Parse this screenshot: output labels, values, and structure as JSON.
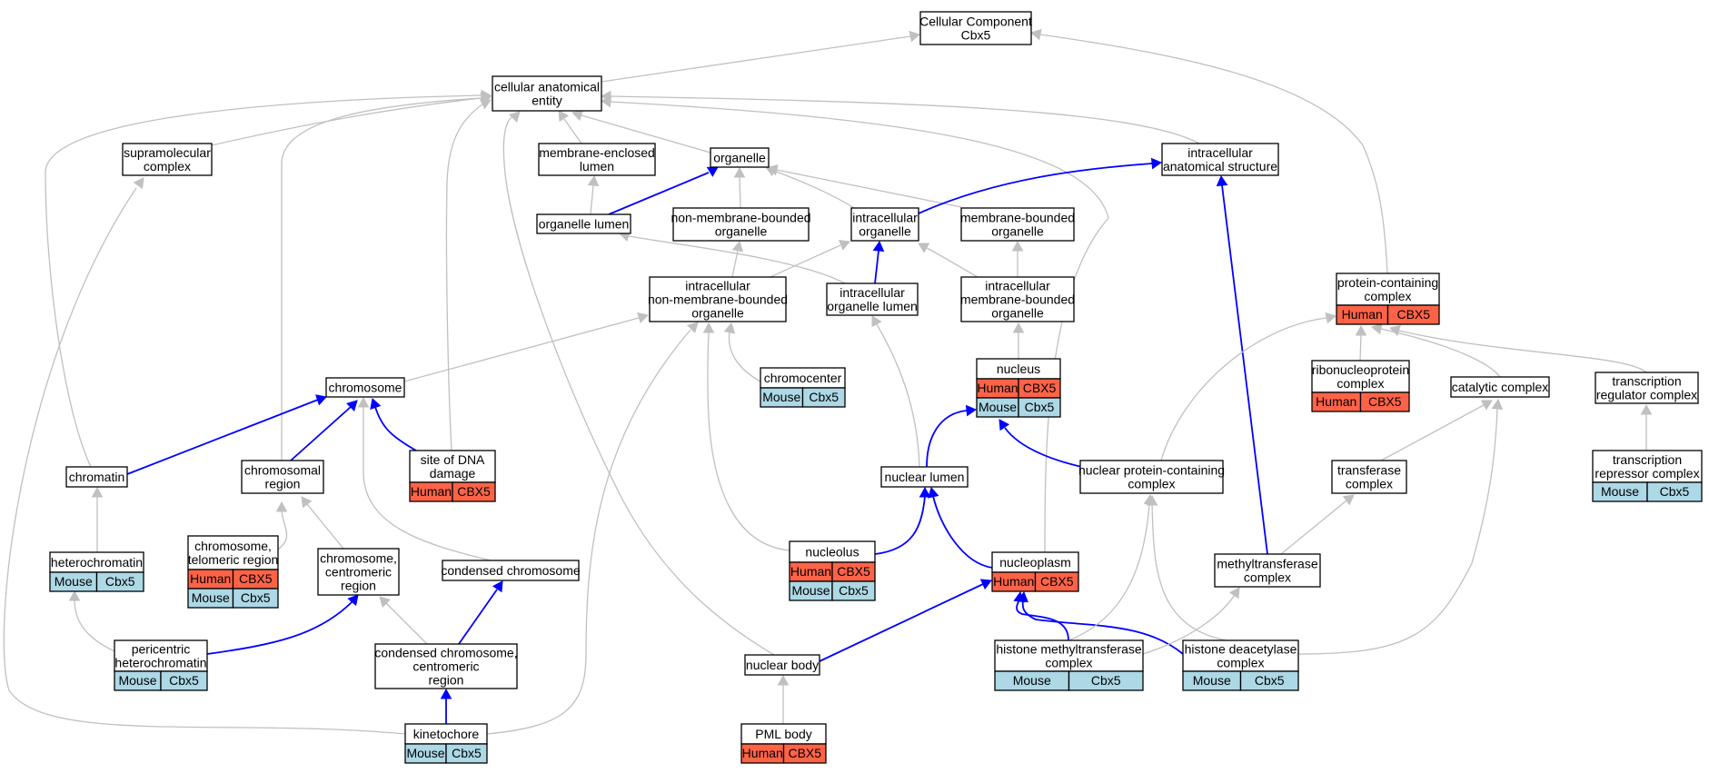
{
  "colors": {
    "human_badge": "#ff6347",
    "mouse_badge": "#add8e6",
    "edge_is_a": "#c0c0c0",
    "edge_part_of": "#0000ff",
    "node_border": "#000000"
  },
  "nodes": {
    "cellular_component": {
      "lines": [
        "Cellular Component",
        "Cbx5"
      ]
    },
    "cellular_anatomical_entity": {
      "lines": [
        "cellular anatomical",
        "entity"
      ]
    },
    "supramolecular_complex": {
      "lines": [
        "supramolecular",
        "complex"
      ]
    },
    "membrane_enclosed_lumen": {
      "lines": [
        "membrane-enclosed",
        "lumen"
      ]
    },
    "organelle": {
      "lines": [
        "organelle"
      ]
    },
    "intracellular_anatomical_structure": {
      "lines": [
        "intracellular",
        "anatomical structure"
      ]
    },
    "organelle_lumen": {
      "lines": [
        "organelle lumen"
      ]
    },
    "non_membrane_bounded_organelle": {
      "lines": [
        "non-membrane-bounded",
        "organelle"
      ]
    },
    "intracellular_organelle": {
      "lines": [
        "intracellular",
        "organelle"
      ]
    },
    "membrane_bounded_organelle": {
      "lines": [
        "membrane-bounded",
        "organelle"
      ]
    },
    "intracellular_non_membrane_bounded_organelle": {
      "lines": [
        "intracellular",
        "non-membrane-bounded",
        "organelle"
      ]
    },
    "intracellular_organelle_lumen": {
      "lines": [
        "intracellular",
        "organelle lumen"
      ]
    },
    "intracellular_membrane_bounded_organelle": {
      "lines": [
        "intracellular",
        "membrane-bounded",
        "organelle"
      ]
    },
    "protein_containing_complex": {
      "lines": [
        "protein-containing",
        "complex"
      ],
      "badges": [
        [
          "Human",
          "CBX5"
        ]
      ]
    },
    "chromosome": {
      "lines": [
        "chromosome"
      ]
    },
    "chromocenter": {
      "lines": [
        "chromocenter"
      ],
      "badges": [
        [
          "Mouse",
          "Cbx5"
        ]
      ]
    },
    "nucleus": {
      "lines": [
        "nucleus"
      ],
      "badges": [
        [
          "Human",
          "CBX5"
        ],
        [
          "Mouse",
          "Cbx5"
        ]
      ]
    },
    "ribonucleoprotein_complex": {
      "lines": [
        "ribonucleoprotein",
        "complex"
      ],
      "badges": [
        [
          "Human",
          "CBX5"
        ]
      ]
    },
    "catalytic_complex": {
      "lines": [
        "catalytic complex"
      ]
    },
    "transcription_regulator_complex": {
      "lines": [
        "transcription",
        "regulator complex"
      ]
    },
    "chromatin": {
      "lines": [
        "chromatin"
      ]
    },
    "chromosomal_region": {
      "lines": [
        "chromosomal",
        "region"
      ]
    },
    "site_of_dna_damage": {
      "lines": [
        "site of DNA",
        "damage"
      ],
      "badges": [
        [
          "Human",
          "CBX5"
        ]
      ]
    },
    "nuclear_lumen": {
      "lines": [
        "nuclear lumen"
      ]
    },
    "nuclear_protein_containing_complex": {
      "lines": [
        "nuclear protein-containing",
        "complex"
      ]
    },
    "transferase_complex": {
      "lines": [
        "transferase",
        "complex"
      ]
    },
    "transcription_repressor_complex": {
      "lines": [
        "transcription",
        "repressor complex"
      ],
      "badges": [
        [
          "Mouse",
          "Cbx5"
        ]
      ]
    },
    "heterochromatin": {
      "lines": [
        "heterochromatin"
      ],
      "badges": [
        [
          "Mouse",
          "Cbx5"
        ]
      ]
    },
    "chromosome_telomeric_region": {
      "lines": [
        "chromosome,",
        "telomeric region"
      ],
      "badges": [
        [
          "Human",
          "CBX5"
        ],
        [
          "Mouse",
          "Cbx5"
        ]
      ]
    },
    "chromosome_centromeric_region": {
      "lines": [
        "chromosome,",
        "centromeric",
        "region"
      ]
    },
    "condensed_chromosome": {
      "lines": [
        "condensed chromosome"
      ]
    },
    "nucleolus": {
      "lines": [
        "nucleolus"
      ],
      "badges": [
        [
          "Human",
          "CBX5"
        ],
        [
          "Mouse",
          "Cbx5"
        ]
      ]
    },
    "nucleoplasm": {
      "lines": [
        "nucleoplasm"
      ],
      "badges": [
        [
          "Human",
          "CBX5"
        ]
      ]
    },
    "methyltransferase_complex": {
      "lines": [
        "methyltransferase",
        "complex"
      ]
    },
    "pericentric_heterochromatin": {
      "lines": [
        "pericentric",
        "heterochromatin"
      ],
      "badges": [
        [
          "Mouse",
          "Cbx5"
        ]
      ]
    },
    "condensed_chromosome_centromeric_region": {
      "lines": [
        "condensed chromosome,",
        "centromeric",
        "region"
      ]
    },
    "nuclear_body": {
      "lines": [
        "nuclear body"
      ]
    },
    "histone_methyltransferase_complex": {
      "lines": [
        "histone methyltransferase",
        "complex"
      ],
      "badges": [
        [
          "Mouse",
          "Cbx5"
        ]
      ]
    },
    "histone_deacetylase_complex": {
      "lines": [
        "histone deacetylase",
        "complex"
      ],
      "badges": [
        [
          "Mouse",
          "Cbx5"
        ]
      ]
    },
    "kinetochore": {
      "lines": [
        "kinetochore"
      ],
      "badges": [
        [
          "Mouse",
          "Cbx5"
        ]
      ]
    },
    "pml_body": {
      "lines": [
        "PML body"
      ],
      "badges": [
        [
          "Human",
          "CBX5"
        ]
      ]
    }
  },
  "edges": [
    {
      "from": "cellular_anatomical_entity",
      "to": "cellular_component",
      "kind": "is_a"
    },
    {
      "from": "protein_containing_complex",
      "to": "cellular_component",
      "kind": "is_a"
    },
    {
      "from": "supramolecular_complex",
      "to": "cellular_anatomical_entity",
      "kind": "is_a"
    },
    {
      "from": "membrane_enclosed_lumen",
      "to": "cellular_anatomical_entity",
      "kind": "is_a"
    },
    {
      "from": "organelle",
      "to": "cellular_anatomical_entity",
      "kind": "is_a"
    },
    {
      "from": "intracellular_anatomical_structure",
      "to": "cellular_anatomical_entity",
      "kind": "is_a"
    },
    {
      "from": "chromatin",
      "to": "cellular_anatomical_entity",
      "kind": "is_a"
    },
    {
      "from": "chromosomal_region",
      "to": "cellular_anatomical_entity",
      "kind": "is_a"
    },
    {
      "from": "site_of_dna_damage",
      "to": "cellular_anatomical_entity",
      "kind": "is_a"
    },
    {
      "from": "nuclear_body",
      "to": "cellular_anatomical_entity",
      "kind": "is_a"
    },
    {
      "from": "nucleoplasm",
      "to": "cellular_anatomical_entity",
      "kind": "is_a"
    },
    {
      "from": "kinetochore",
      "to": "supramolecular_complex",
      "kind": "is_a"
    },
    {
      "from": "organelle_lumen",
      "to": "membrane_enclosed_lumen",
      "kind": "is_a"
    },
    {
      "from": "organelle_lumen",
      "to": "organelle",
      "kind": "part_of"
    },
    {
      "from": "non_membrane_bounded_organelle",
      "to": "organelle",
      "kind": "is_a"
    },
    {
      "from": "intracellular_organelle",
      "to": "organelle",
      "kind": "is_a"
    },
    {
      "from": "membrane_bounded_organelle",
      "to": "organelle",
      "kind": "is_a"
    },
    {
      "from": "intracellular_organelle",
      "to": "intracellular_anatomical_structure",
      "kind": "part_of"
    },
    {
      "from": "methyltransferase_complex",
      "to": "intracellular_anatomical_structure",
      "kind": "part_of"
    },
    {
      "from": "intracellular_organelle_lumen",
      "to": "organelle_lumen",
      "kind": "is_a"
    },
    {
      "from": "intracellular_non_membrane_bounded_organelle",
      "to": "non_membrane_bounded_organelle",
      "kind": "is_a"
    },
    {
      "from": "intracellular_non_membrane_bounded_organelle",
      "to": "intracellular_organelle",
      "kind": "is_a"
    },
    {
      "from": "intracellular_organelle_lumen",
      "to": "intracellular_organelle",
      "kind": "part_of"
    },
    {
      "from": "intracellular_membrane_bounded_organelle",
      "to": "intracellular_organelle",
      "kind": "is_a"
    },
    {
      "from": "intracellular_membrane_bounded_organelle",
      "to": "membrane_bounded_organelle",
      "kind": "is_a"
    },
    {
      "from": "chromosome",
      "to": "intracellular_non_membrane_bounded_organelle",
      "kind": "is_a"
    },
    {
      "from": "chromocenter",
      "to": "intracellular_non_membrane_bounded_organelle",
      "kind": "is_a"
    },
    {
      "from": "nucleolus",
      "to": "intracellular_non_membrane_bounded_organelle",
      "kind": "is_a"
    },
    {
      "from": "kinetochore",
      "to": "intracellular_non_membrane_bounded_organelle",
      "kind": "is_a"
    },
    {
      "from": "nuclear_lumen",
      "to": "intracellular_organelle_lumen",
      "kind": "is_a"
    },
    {
      "from": "nucleus",
      "to": "intracellular_membrane_bounded_organelle",
      "kind": "is_a"
    },
    {
      "from": "nuclear_lumen",
      "to": "nucleus",
      "kind": "part_of"
    },
    {
      "from": "nuclear_protein_containing_complex",
      "to": "nucleus",
      "kind": "part_of"
    },
    {
      "from": "ribonucleoprotein_complex",
      "to": "protein_containing_complex",
      "kind": "is_a"
    },
    {
      "from": "catalytic_complex",
      "to": "protein_containing_complex",
      "kind": "is_a"
    },
    {
      "from": "transcription_regulator_complex",
      "to": "protein_containing_complex",
      "kind": "is_a"
    },
    {
      "from": "nuclear_protein_containing_complex",
      "to": "protein_containing_complex",
      "kind": "is_a"
    },
    {
      "from": "transferase_complex",
      "to": "catalytic_complex",
      "kind": "is_a"
    },
    {
      "from": "histone_deacetylase_complex",
      "to": "catalytic_complex",
      "kind": "is_a"
    },
    {
      "from": "transcription_repressor_complex",
      "to": "transcription_regulator_complex",
      "kind": "is_a"
    },
    {
      "from": "chromatin",
      "to": "chromosome",
      "kind": "part_of"
    },
    {
      "from": "chromosomal_region",
      "to": "chromosome",
      "kind": "part_of"
    },
    {
      "from": "site_of_dna_damage",
      "to": "chromosome",
      "kind": "part_of"
    },
    {
      "from": "condensed_chromosome",
      "to": "chromosome",
      "kind": "is_a"
    },
    {
      "from": "heterochromatin",
      "to": "chromatin",
      "kind": "is_a"
    },
    {
      "from": "chromosome_telomeric_region",
      "to": "chromosomal_region",
      "kind": "is_a"
    },
    {
      "from": "chromosome_centromeric_region",
      "to": "chromosomal_region",
      "kind": "is_a"
    },
    {
      "from": "pericentric_heterochromatin",
      "to": "heterochromatin",
      "kind": "is_a"
    },
    {
      "from": "pericentric_heterochromatin",
      "to": "chromosome_centromeric_region",
      "kind": "part_of"
    },
    {
      "from": "condensed_chromosome_centromeric_region",
      "to": "chromosome_centromeric_region",
      "kind": "is_a"
    },
    {
      "from": "condensed_chromosome_centromeric_region",
      "to": "condensed_chromosome",
      "kind": "part_of"
    },
    {
      "from": "kinetochore",
      "to": "condensed_chromosome_centromeric_region",
      "kind": "part_of"
    },
    {
      "from": "nucleolus",
      "to": "nuclear_lumen",
      "kind": "part_of"
    },
    {
      "from": "nucleoplasm",
      "to": "nuclear_lumen",
      "kind": "part_of"
    },
    {
      "from": "nuclear_body",
      "to": "nucleoplasm",
      "kind": "part_of"
    },
    {
      "from": "histone_methyltransferase_complex",
      "to": "nucleoplasm",
      "kind": "part_of"
    },
    {
      "from": "histone_deacetylase_complex",
      "to": "nucleoplasm",
      "kind": "part_of"
    },
    {
      "from": "histone_methyltransferase_complex",
      "to": "nuclear_protein_containing_complex",
      "kind": "is_a"
    },
    {
      "from": "histone_deacetylase_complex",
      "to": "nuclear_protein_containing_complex",
      "kind": "is_a"
    },
    {
      "from": "methyltransferase_complex",
      "to": "transferase_complex",
      "kind": "is_a"
    },
    {
      "from": "histone_methyltransferase_complex",
      "to": "methyltransferase_complex",
      "kind": "is_a"
    },
    {
      "from": "pml_body",
      "to": "nuclear_body",
      "kind": "is_a"
    }
  ]
}
